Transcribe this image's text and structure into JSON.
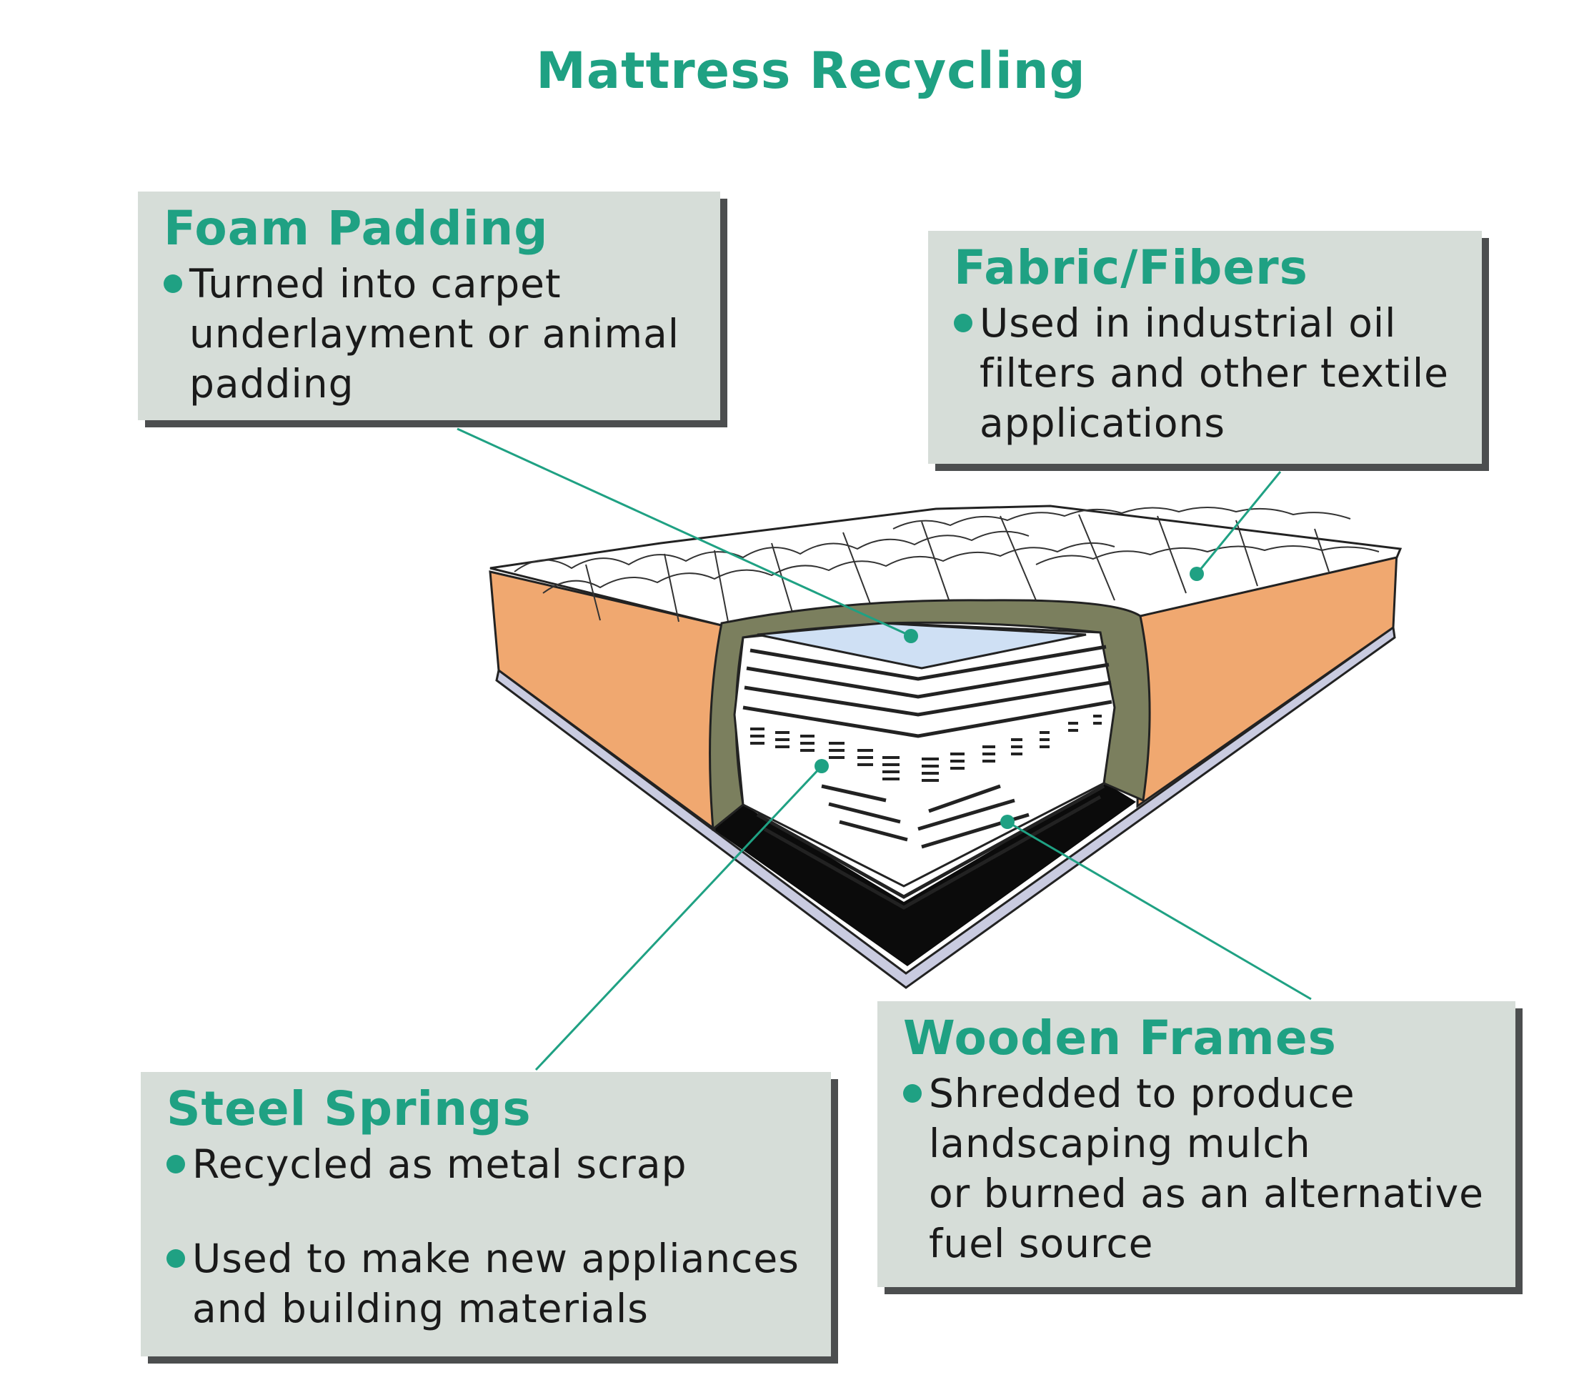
{
  "title": "Mattress Recycling",
  "colors": {
    "accent": "#1fa183",
    "box_fill": "#d6ddd8",
    "box_shadow": "#4c4e4f",
    "side_foam": "#f0a870",
    "frame_band": "#7b7f5e",
    "base": "#0b0b0b",
    "base_rim": "#c9cbe0",
    "top_layer": "#cfe0f4"
  },
  "callouts": {
    "foam": {
      "heading": "Foam Padding",
      "lines": [
        "Turned into carpet",
        "underlayment or animal",
        "padding"
      ]
    },
    "fabric": {
      "heading": "Fabric/Fibers",
      "lines": [
        "Used in industrial oil",
        "filters and other textile",
        "applications"
      ]
    },
    "steel": {
      "heading": "Steel Springs",
      "item1": "Recycled as metal scrap",
      "item2_lines": [
        "Used to make new appliances",
        "and building materials"
      ]
    },
    "wooden": {
      "heading": "Wooden Frames",
      "lines": [
        "Shredded to produce",
        "landscaping mulch",
        "or burned as an alternative",
        "fuel source"
      ]
    }
  }
}
